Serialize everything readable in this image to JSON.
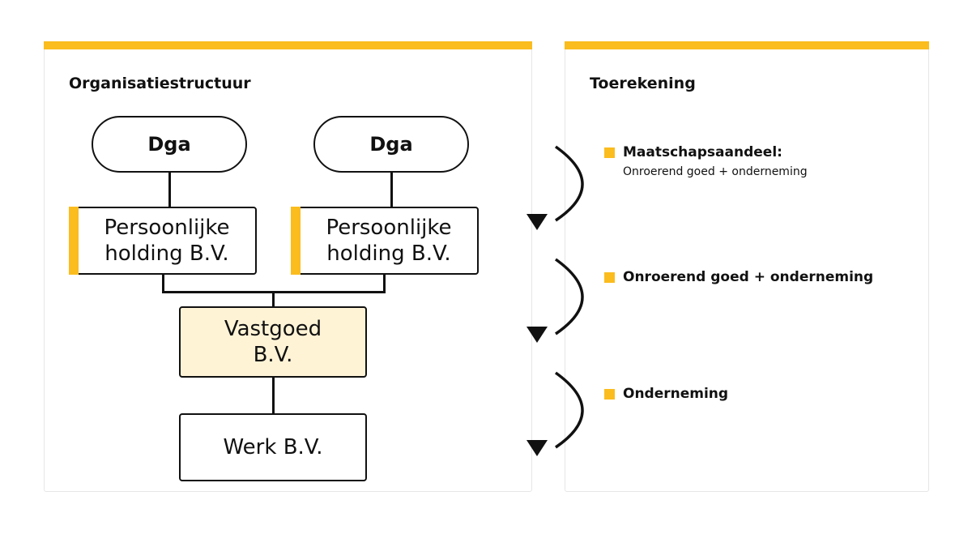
{
  "left_panel": {
    "title": "Organisatiestructuur",
    "shareholders": [
      "Dga",
      "Dga"
    ],
    "holdings": [
      "Persoonlijke\nholding B.V.",
      "Persoonlijke\nholding B.V."
    ],
    "vastgoed": "Vastgoed\nB.V.",
    "werk": "Werk B.V."
  },
  "right_panel": {
    "title": "Toerekening",
    "items": [
      {
        "label": "Maatschapsaandeel:",
        "sub": "Onroerend goed + onderneming"
      },
      {
        "label": "Onroerend goed + onderneming",
        "sub": ""
      },
      {
        "label": "Onderneming",
        "sub": ""
      }
    ]
  },
  "colors": {
    "accent": "#FBBC1E",
    "vastgoed_fill": "#FFF3D6",
    "stroke": "#111111"
  }
}
